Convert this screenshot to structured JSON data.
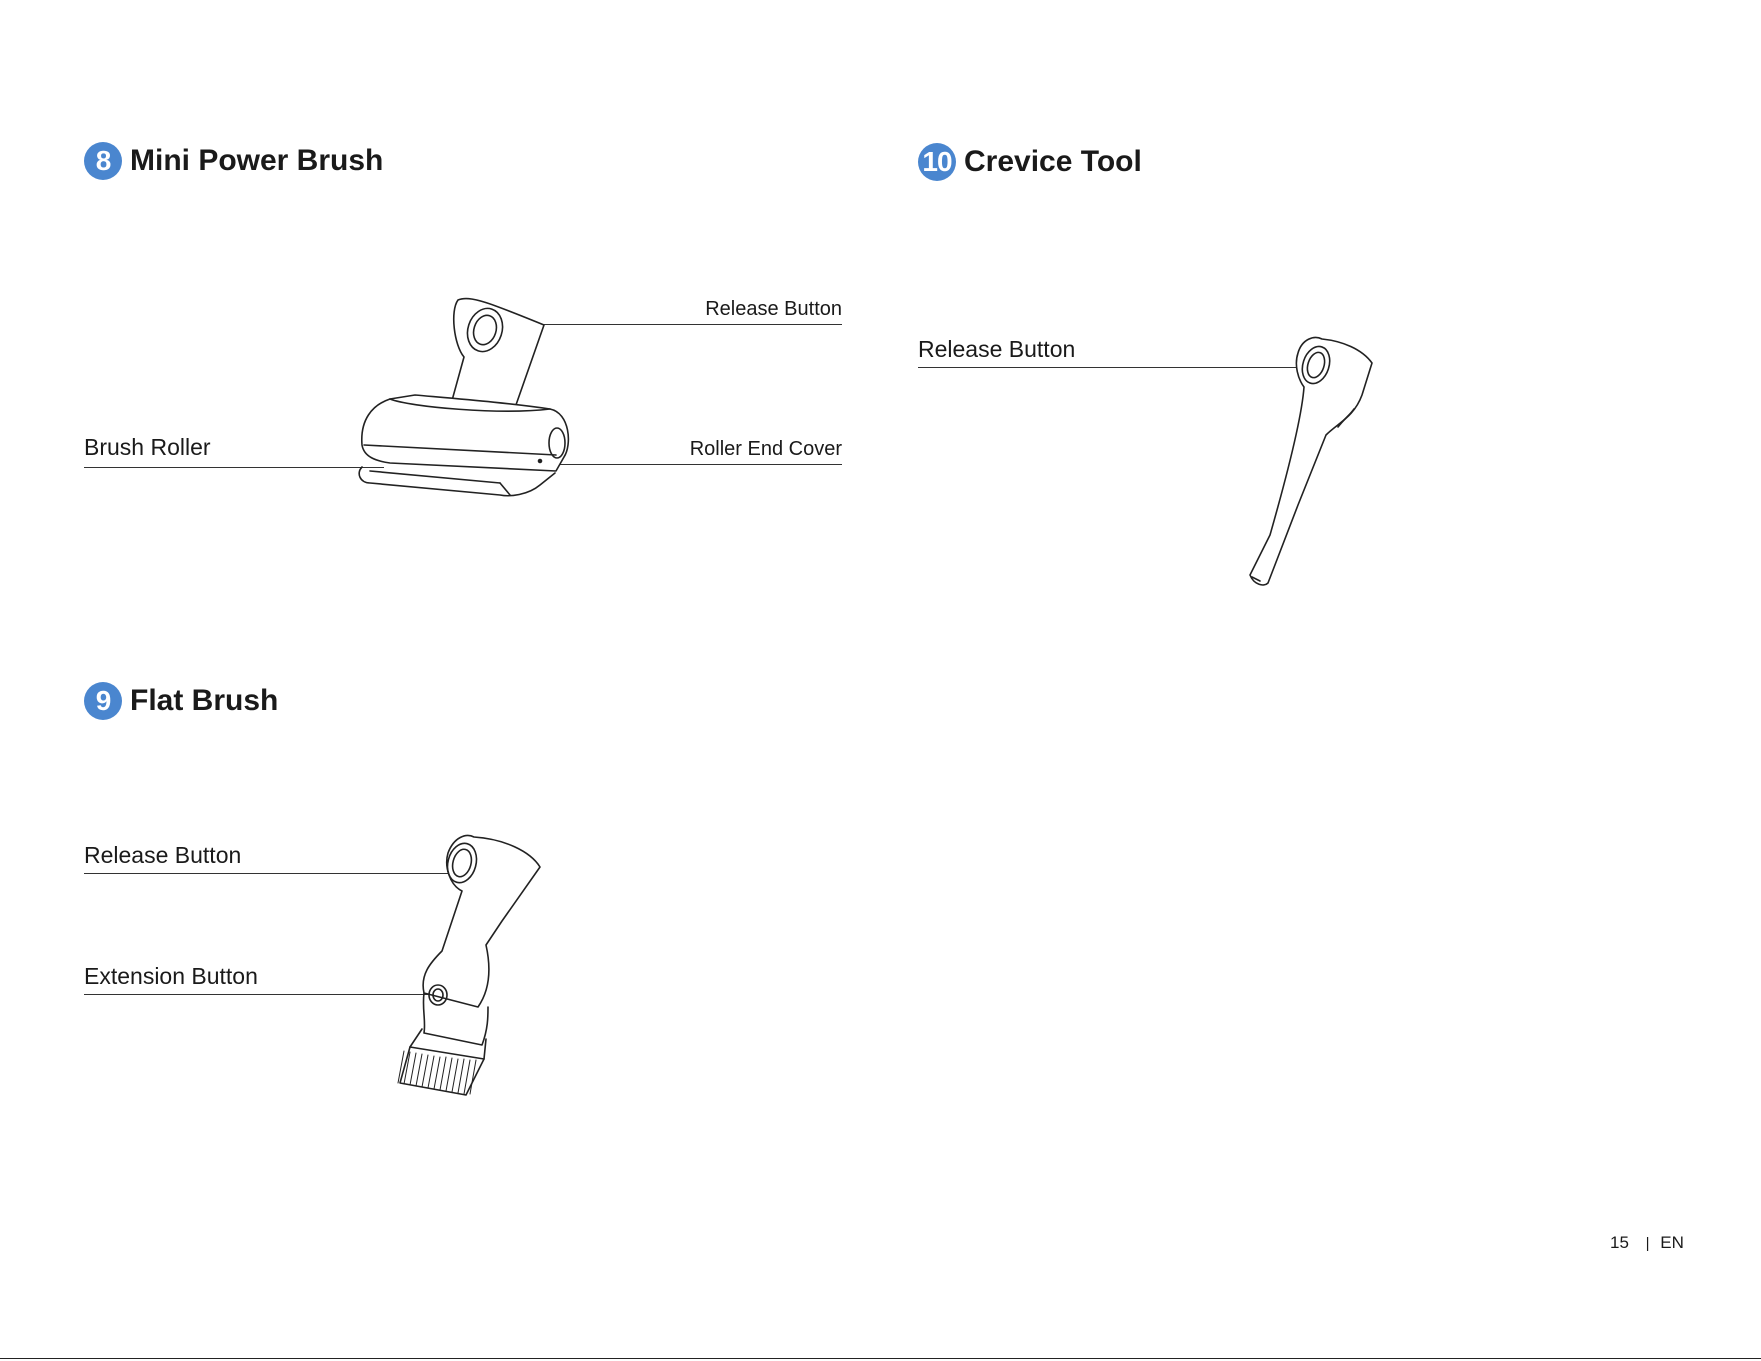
{
  "sections": {
    "mini_power_brush": {
      "number": "8",
      "title": "Mini Power Brush",
      "labels": {
        "release_button": "Release Button",
        "brush_roller": "Brush Roller",
        "roller_end_cover": "Roller End Cover"
      }
    },
    "flat_brush": {
      "number": "9",
      "title": "Flat Brush",
      "labels": {
        "release_button": "Release Button",
        "extension_button": "Extension Button"
      }
    },
    "crevice_tool": {
      "number": "10",
      "title": "Crevice Tool",
      "labels": {
        "release_button": "Release Button"
      }
    }
  },
  "footer": {
    "page_number": "15",
    "language": "EN"
  },
  "colors": {
    "badge": "#4a86cf",
    "text": "#1a1a1a"
  }
}
